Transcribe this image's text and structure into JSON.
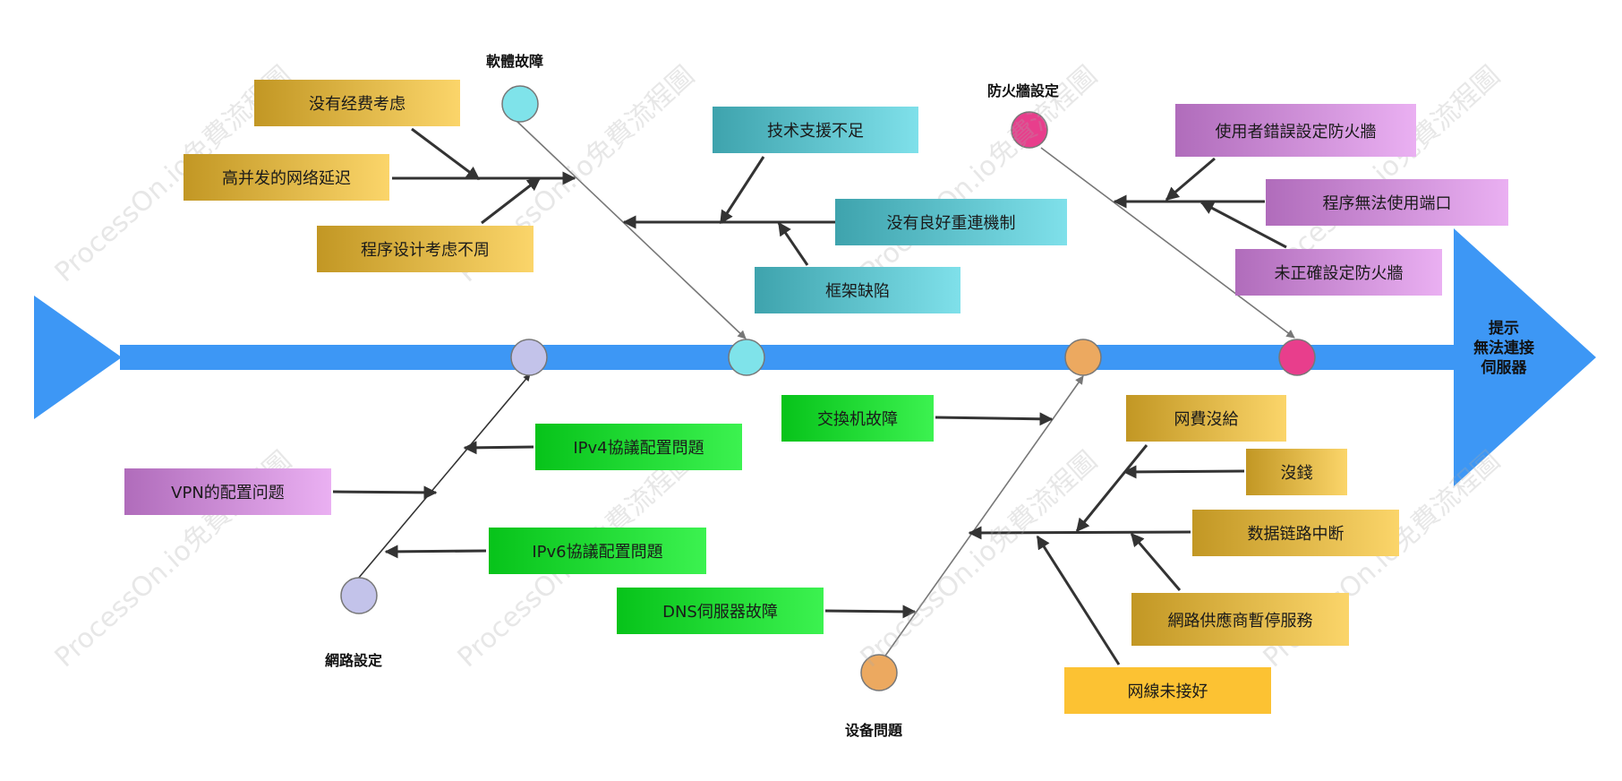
{
  "watermark": "ProcessOn.io免費流程圖",
  "head": {
    "line1": "提示",
    "line2": "無法連接",
    "line3": "伺服器"
  },
  "categories": {
    "software": "軟體故障",
    "firewall": "防火牆設定",
    "network": "網路設定",
    "device": "设备問題"
  },
  "boxes": {
    "no_budget": "没有经费考虑",
    "latency": "高并发的网络延迟",
    "design": "程序设计考虑不周",
    "tech_support": "技术支援不足",
    "reconnect": "没有良好重連機制",
    "framework": "框架缺陷",
    "user_fw": "使用者錯誤設定防火牆",
    "port": "程序無法使用端口",
    "incorrect_fw": "未正確設定防火牆",
    "ipv4": "IPv4協議配置問題",
    "vpn": "VPN的配置问题",
    "ipv6": "IPv6協議配置問題",
    "switch": "交換机故障",
    "dns": "DNS伺服器故障",
    "fee": "网費沒給",
    "no_money": "沒錢",
    "link_break": "数据链路中断",
    "isp": "網路供應商暫停服務",
    "cable": "网線未接好"
  },
  "colors": {
    "spine": "#3d97f5",
    "arrow": "#333333",
    "teal_node": "#7fe3ea",
    "pink_node": "#e83e8c",
    "lavender_node": "#c3c3ea",
    "orange_node": "#eca960"
  }
}
